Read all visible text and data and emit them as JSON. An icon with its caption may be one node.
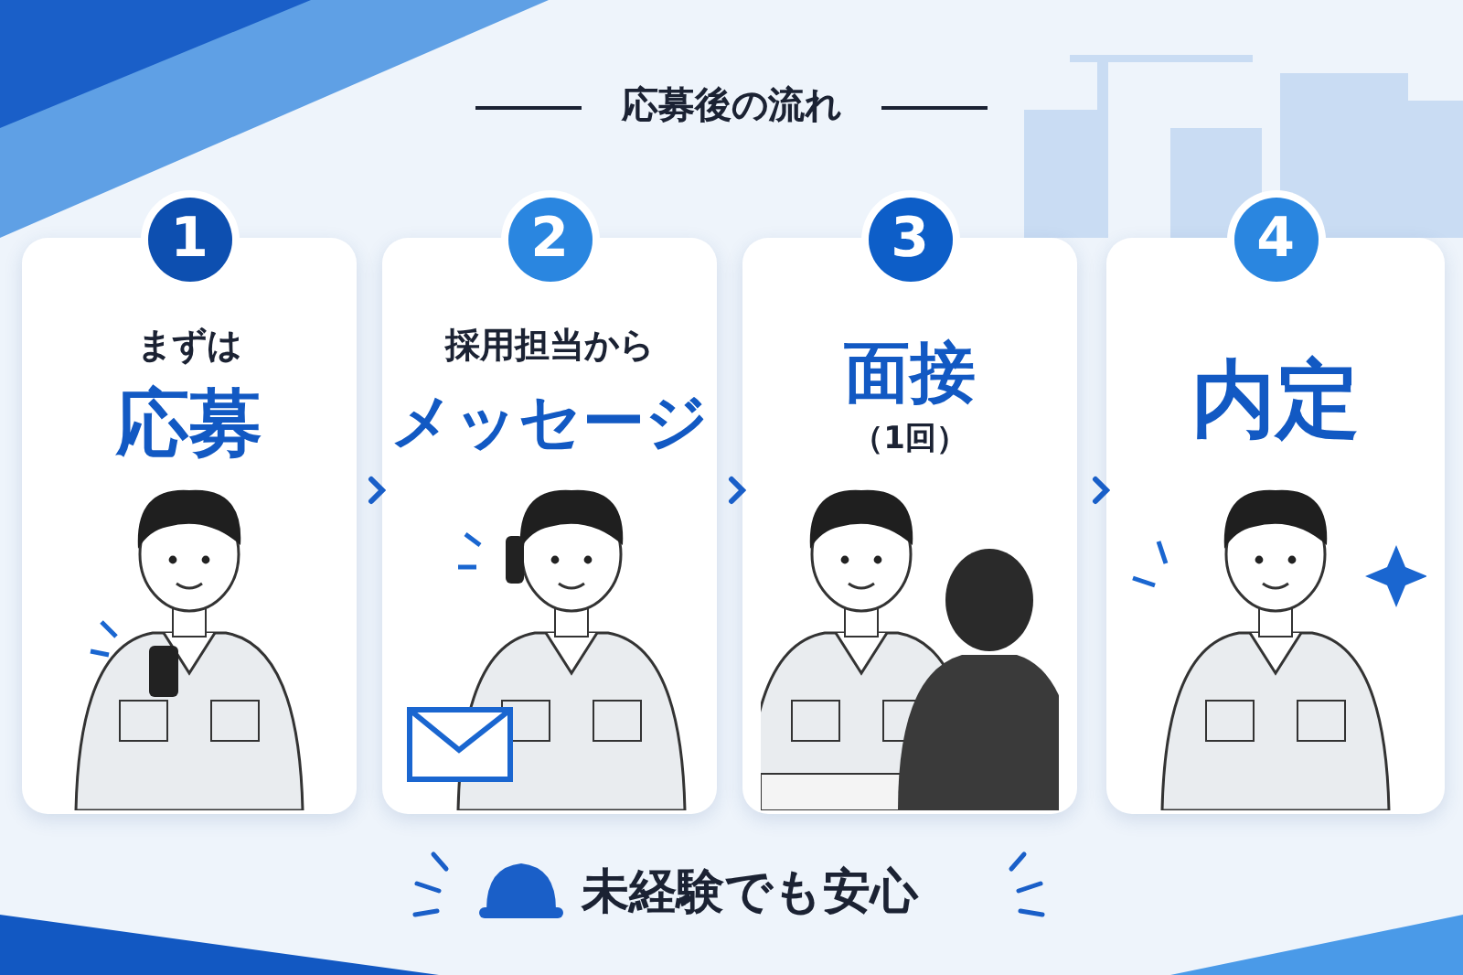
{
  "diagram": {
    "title": "応募後の流れ",
    "nodes": [
      {
        "text": [
          "1",
          "まずは",
          "応募"
        ]
      },
      {
        "text": [
          "2",
          "採用担当から",
          "メッセージ"
        ]
      },
      {
        "text": [
          "3",
          "面接",
          "（1回）"
        ]
      },
      {
        "text": [
          "4",
          "内定"
        ]
      }
    ],
    "edges": [
      {
        "from": 0,
        "to": 1,
        "arrow": "to"
      },
      {
        "from": 1,
        "to": 2,
        "arrow": "to"
      },
      {
        "from": 2,
        "to": 3,
        "arrow": "to"
      }
    ],
    "labels": [
      "未経験でも**安心**"
    ]
  }
}
